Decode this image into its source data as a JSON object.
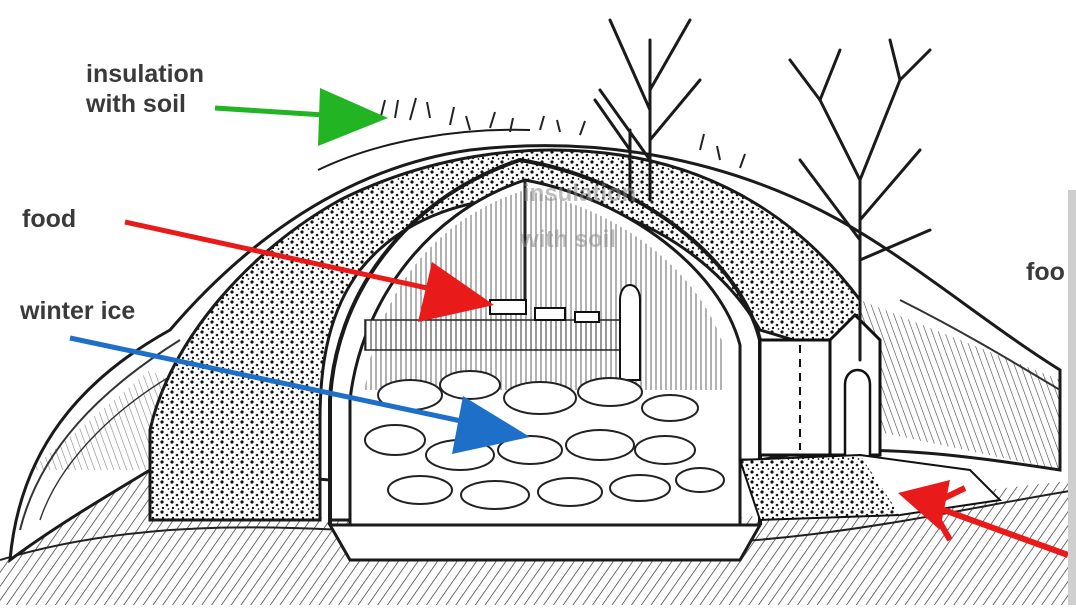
{
  "labels": {
    "insulation_line1": "insulation",
    "insulation_line2": "with soil",
    "food": "food",
    "winter_ice": "winter ice",
    "food_cut": "foo",
    "ghost_line1": "insulation",
    "ghost_line2": "with soil"
  },
  "colors": {
    "insulation_arrow": "#22b422",
    "food_arrow": "#e81a1a",
    "ice_arrow": "#1e6fc8",
    "entrance_arrow": "#e81a1a",
    "ink": "#1a1a1a"
  }
}
